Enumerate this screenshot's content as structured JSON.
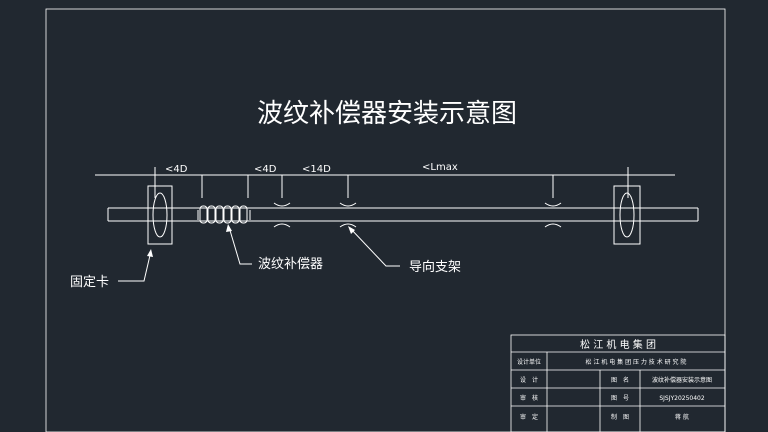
{
  "drawing": {
    "title": "波纹补偿器安装示意图",
    "dimensions": {
      "d1": "<4D",
      "d2": "<4D",
      "d3": "<14D",
      "d4": "<Lmax"
    },
    "callouts": {
      "fixed_clamp": "固定卡",
      "bellows": "波纹补偿器",
      "guide_support": "导向支架"
    }
  },
  "title_block": {
    "company": "松 江 机 电 集 团",
    "design_unit_label": "设计单位",
    "design_unit_value": "松 江 机 电 集 团 压 力 技 术 研 究 院",
    "design_label": "设　计",
    "review_label": "审　核",
    "approve_label": "审　定",
    "drawing_name_label": "图　名",
    "drawing_name_value": "波纹补偿器安装示意图",
    "drawing_no_label": "图　号",
    "drawing_no_value": "SJSJY20250402",
    "drafter_label": "制　图",
    "drafter_value": "蒋 航"
  },
  "colors": {
    "background": "#212830",
    "lines": "#ffffff"
  }
}
